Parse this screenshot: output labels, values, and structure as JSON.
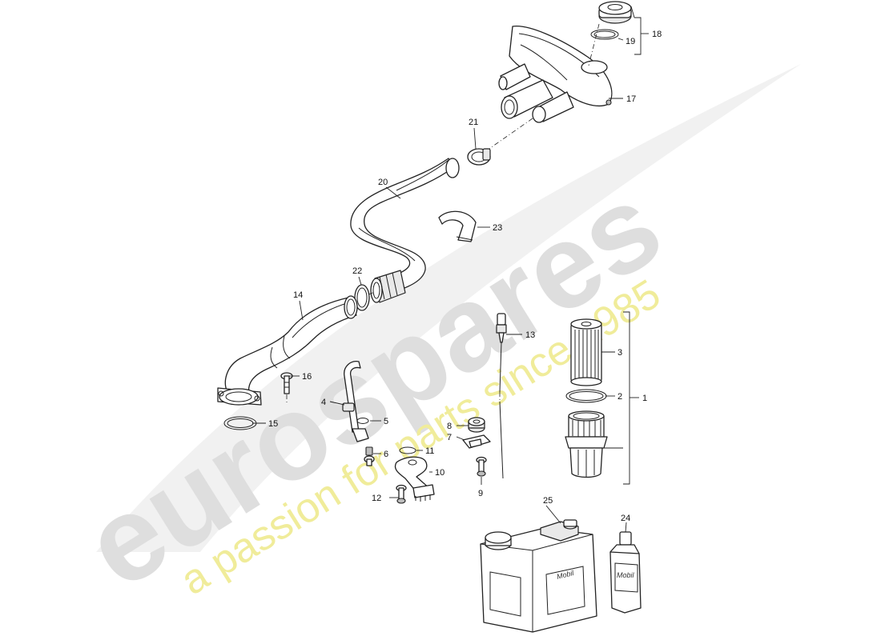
{
  "watermark": {
    "brand": "eurospares",
    "tagline": "a passion for parts since 1985"
  },
  "labels": {
    "c1": "1",
    "c2": "2",
    "c3": "3",
    "c4": "4",
    "c5": "5",
    "c6": "6",
    "c7": "7",
    "c8": "8",
    "c9": "9",
    "c10": "10",
    "c11": "11",
    "c12": "12",
    "c13": "13",
    "c14": "14",
    "c15": "15",
    "c16": "16",
    "c17": "17",
    "c18": "18",
    "c19": "19",
    "c20": "20",
    "c21": "21",
    "c22": "22",
    "c23": "23",
    "c24": "24",
    "c25": "25"
  },
  "containers": {
    "canister_brand": "Mobil",
    "bottle_brand": "Mobil"
  }
}
